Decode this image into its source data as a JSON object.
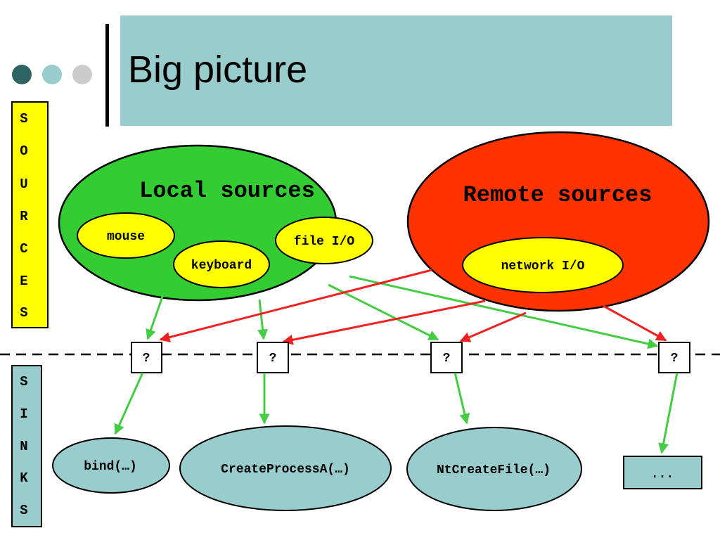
{
  "title": "Big picture",
  "side_labels": {
    "sources": [
      "S",
      "O",
      "U",
      "R",
      "C",
      "E",
      "S"
    ],
    "sinks": [
      "S",
      "I",
      "N",
      "K",
      "S"
    ]
  },
  "groups": {
    "local": {
      "label": "Local sources",
      "color": "#33cc33"
    },
    "remote": {
      "label": "Remote sources",
      "color": "#ff3300"
    }
  },
  "sources": {
    "mouse": "mouse",
    "keyboard": "keyboard",
    "file_io": "file I/O",
    "network_io": "network I/O"
  },
  "checks": [
    "?",
    "?",
    "?",
    "?"
  ],
  "sinks": [
    "bind(…)",
    "CreateProcessA(…)",
    "NtCreateFile(…)",
    "..."
  ],
  "colors": {
    "source_fill": "#ffff00",
    "sink_fill": "#99cccc",
    "local_arrow": "#44cc44",
    "remote_arrow": "#ee2222"
  }
}
